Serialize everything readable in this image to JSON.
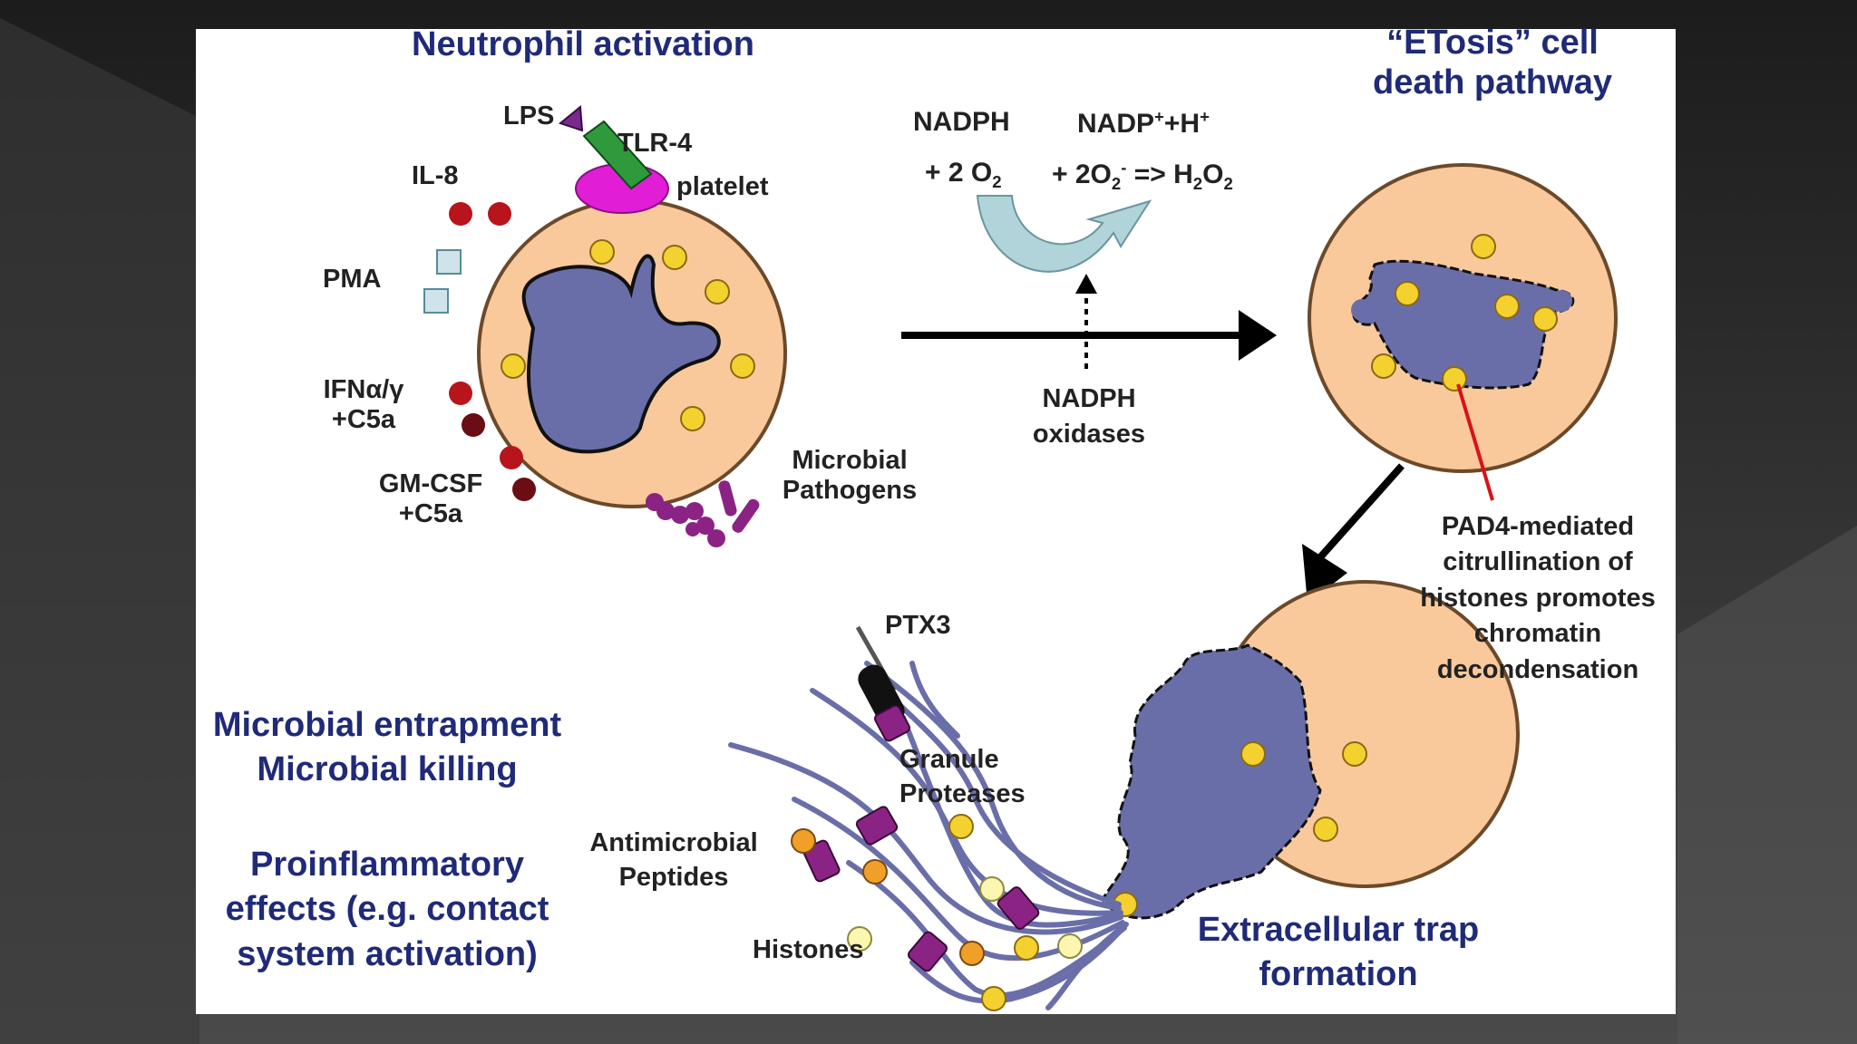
{
  "diagram": {
    "titles": {
      "activation": "Neutrophil activation",
      "etosis_line1": "“ETosis” cell",
      "etosis_line2": "death pathway",
      "trap_line1": "Extracellular trap",
      "trap_line2": "formation"
    },
    "stimuli": {
      "lps": "LPS",
      "tlr4": "TLR-4",
      "platelet": "platelet",
      "il8": "IL-8",
      "pma": "PMA",
      "ifn_line1": "IFNα/γ",
      "ifn_line2": "+C5a",
      "gmcsf_line1": "GM-CSF",
      "gmcsf_line2": "+C5a",
      "microbial_line1": "Microbial",
      "microbial_line2": "Pathogens"
    },
    "reaction": {
      "left_top": "NADPH",
      "left_bottom_prefix": "+ 2 O",
      "left_bottom_sub": "2",
      "right_top_a": "NADP",
      "right_top_sup1": "+",
      "right_top_b": "+H",
      "right_top_sup2": "+",
      "right_bottom_a": "+ 2O",
      "right_bottom_sub1": "2",
      "right_bottom_sup": "-",
      "right_bottom_b": " => H",
      "right_bottom_sub2": "2",
      "right_bottom_c": "O",
      "right_bottom_sub3": "2",
      "enzyme_line1": "NADPH",
      "enzyme_line2": "oxidases"
    },
    "pad4": {
      "line1": "PAD4-mediated",
      "line2": "citrullination of",
      "line3": "histones promotes",
      "line4": "chromatin",
      "line5": "decondensation"
    },
    "net_labels": {
      "ptx3": "PTX3",
      "granule_line1": "Granule",
      "granule_line2": "Proteases",
      "antimicrobial_line1": "Antimicrobial",
      "antimicrobial_line2": "Peptides",
      "histones": "Histones"
    },
    "effects": {
      "entrapment": "Microbial entrapment",
      "killing": "Microbial killing",
      "proinf_line1": "Proinflammatory",
      "proinf_line2": "effects (e.g. contact",
      "proinf_line3": "system activation)"
    },
    "colors": {
      "cytoplasm": "#f9c99c",
      "nucleus": "#6a6ea8",
      "granule": "#f5d130",
      "title_blue": "#1f2a78",
      "il8_red": "#b8141c",
      "platelet": "#e11ed6",
      "tlr4": "#2e9a3c",
      "pathogen": "#8b2384",
      "pad4_line": "#d8121a"
    }
  }
}
